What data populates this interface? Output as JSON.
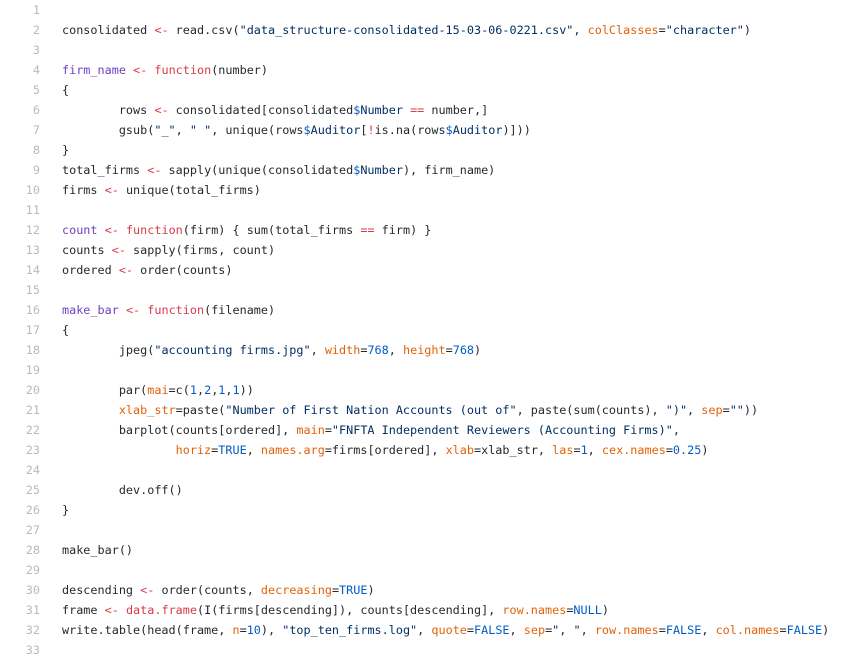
{
  "editor": {
    "language": "R",
    "background": "#ffffff",
    "gutter_color": "#b8bac0",
    "token_colors": {
      "p": "#24292e",
      "k": "#d73a49",
      "s": "#032f62",
      "n": "#005cc5",
      "a": "#e36209",
      "e": "#6f42c1",
      "d": "#005cc5",
      "v": "#032f62"
    },
    "token_legend": {
      "p": "plain-text",
      "k": "keyword-operator",
      "s": "string",
      "n": "number-constant",
      "a": "argument-name",
      "e": "function-definition-name",
      "d": "dollar-operator",
      "v": "dollar-property"
    },
    "lines": [
      {
        "n": 1,
        "t": []
      },
      {
        "n": 2,
        "t": [
          [
            "p",
            "consolidated "
          ],
          [
            "k",
            "<-"
          ],
          [
            "p",
            " read.csv("
          ],
          [
            "s",
            "\"data_structure-consolidated-15-03-06-0221.csv\""
          ],
          [
            "p",
            ", "
          ],
          [
            "a",
            "colClasses"
          ],
          [
            "p",
            "="
          ],
          [
            "s",
            "\"character\""
          ],
          [
            "p",
            ")"
          ]
        ]
      },
      {
        "n": 3,
        "t": []
      },
      {
        "n": 4,
        "t": [
          [
            "e",
            "firm_name"
          ],
          [
            "p",
            " "
          ],
          [
            "k",
            "<-"
          ],
          [
            "p",
            " "
          ],
          [
            "k",
            "function"
          ],
          [
            "p",
            "(number)"
          ]
        ]
      },
      {
        "n": 5,
        "t": [
          [
            "p",
            "{"
          ]
        ]
      },
      {
        "n": 6,
        "t": [
          [
            "p",
            "        rows "
          ],
          [
            "k",
            "<-"
          ],
          [
            "p",
            " consolidated[consolidated"
          ],
          [
            "d",
            "$"
          ],
          [
            "v",
            "Number"
          ],
          [
            "p",
            " "
          ],
          [
            "k",
            "=="
          ],
          [
            "p",
            " number,]"
          ]
        ]
      },
      {
        "n": 7,
        "t": [
          [
            "p",
            "        gsub("
          ],
          [
            "s",
            "\"_\""
          ],
          [
            "p",
            ", "
          ],
          [
            "s",
            "\" \""
          ],
          [
            "p",
            ", unique(rows"
          ],
          [
            "d",
            "$"
          ],
          [
            "v",
            "Auditor"
          ],
          [
            "p",
            "["
          ],
          [
            "k",
            "!"
          ],
          [
            "p",
            "is.na(rows"
          ],
          [
            "d",
            "$"
          ],
          [
            "v",
            "Auditor"
          ],
          [
            "p",
            ")]))"
          ]
        ]
      },
      {
        "n": 8,
        "t": [
          [
            "p",
            "}"
          ]
        ]
      },
      {
        "n": 9,
        "t": [
          [
            "p",
            "total_firms "
          ],
          [
            "k",
            "<-"
          ],
          [
            "p",
            " sapply(unique(consolidated"
          ],
          [
            "d",
            "$"
          ],
          [
            "v",
            "Number"
          ],
          [
            "p",
            "), firm_name)"
          ]
        ]
      },
      {
        "n": 10,
        "t": [
          [
            "p",
            "firms "
          ],
          [
            "k",
            "<-"
          ],
          [
            "p",
            " unique(total_firms)"
          ]
        ]
      },
      {
        "n": 11,
        "t": []
      },
      {
        "n": 12,
        "t": [
          [
            "e",
            "count"
          ],
          [
            "p",
            " "
          ],
          [
            "k",
            "<-"
          ],
          [
            "p",
            " "
          ],
          [
            "k",
            "function"
          ],
          [
            "p",
            "(firm) { sum(total_firms "
          ],
          [
            "k",
            "=="
          ],
          [
            "p",
            " firm) }"
          ]
        ]
      },
      {
        "n": 13,
        "t": [
          [
            "p",
            "counts "
          ],
          [
            "k",
            "<-"
          ],
          [
            "p",
            " sapply(firms, count)"
          ]
        ]
      },
      {
        "n": 14,
        "t": [
          [
            "p",
            "ordered "
          ],
          [
            "k",
            "<-"
          ],
          [
            "p",
            " order(counts)"
          ]
        ]
      },
      {
        "n": 15,
        "t": []
      },
      {
        "n": 16,
        "t": [
          [
            "e",
            "make_bar"
          ],
          [
            "p",
            " "
          ],
          [
            "k",
            "<-"
          ],
          [
            "p",
            " "
          ],
          [
            "k",
            "function"
          ],
          [
            "p",
            "(filename)"
          ]
        ]
      },
      {
        "n": 17,
        "t": [
          [
            "p",
            "{"
          ]
        ]
      },
      {
        "n": 18,
        "t": [
          [
            "p",
            "        jpeg("
          ],
          [
            "s",
            "\"accounting firms.jpg\""
          ],
          [
            "p",
            ", "
          ],
          [
            "a",
            "width"
          ],
          [
            "p",
            "="
          ],
          [
            "n",
            "768"
          ],
          [
            "p",
            ", "
          ],
          [
            "a",
            "height"
          ],
          [
            "p",
            "="
          ],
          [
            "n",
            "768"
          ],
          [
            "p",
            ")"
          ]
        ]
      },
      {
        "n": 19,
        "t": []
      },
      {
        "n": 20,
        "t": [
          [
            "p",
            "        par("
          ],
          [
            "a",
            "mai"
          ],
          [
            "p",
            "=c("
          ],
          [
            "n",
            "1"
          ],
          [
            "p",
            ","
          ],
          [
            "n",
            "2"
          ],
          [
            "p",
            ","
          ],
          [
            "n",
            "1"
          ],
          [
            "p",
            ","
          ],
          [
            "n",
            "1"
          ],
          [
            "p",
            "))"
          ]
        ]
      },
      {
        "n": 21,
        "t": [
          [
            "p",
            "        "
          ],
          [
            "a",
            "xlab_str"
          ],
          [
            "p",
            "=paste("
          ],
          [
            "s",
            "\"Number of First Nation Accounts (out of\""
          ],
          [
            "p",
            ", paste(sum(counts), "
          ],
          [
            "s",
            "\")\""
          ],
          [
            "p",
            ", "
          ],
          [
            "a",
            "sep"
          ],
          [
            "p",
            "="
          ],
          [
            "s",
            "\"\""
          ],
          [
            "p",
            "))"
          ]
        ]
      },
      {
        "n": 22,
        "t": [
          [
            "p",
            "        barplot(counts[ordered], "
          ],
          [
            "a",
            "main"
          ],
          [
            "p",
            "="
          ],
          [
            "s",
            "\"FNFTA Independent Reviewers (Accounting Firms)\""
          ],
          [
            "p",
            ","
          ]
        ]
      },
      {
        "n": 23,
        "t": [
          [
            "p",
            "                "
          ],
          [
            "a",
            "horiz"
          ],
          [
            "p",
            "="
          ],
          [
            "n",
            "TRUE"
          ],
          [
            "p",
            ", "
          ],
          [
            "a",
            "names.arg"
          ],
          [
            "p",
            "=firms[ordered], "
          ],
          [
            "a",
            "xlab"
          ],
          [
            "p",
            "=xlab_str, "
          ],
          [
            "a",
            "las"
          ],
          [
            "p",
            "="
          ],
          [
            "n",
            "1"
          ],
          [
            "p",
            ", "
          ],
          [
            "a",
            "cex.names"
          ],
          [
            "p",
            "="
          ],
          [
            "n",
            "0.25"
          ],
          [
            "p",
            ")"
          ]
        ]
      },
      {
        "n": 24,
        "t": []
      },
      {
        "n": 25,
        "t": [
          [
            "p",
            "        dev.off()"
          ]
        ]
      },
      {
        "n": 26,
        "t": [
          [
            "p",
            "}"
          ]
        ]
      },
      {
        "n": 27,
        "t": []
      },
      {
        "n": 28,
        "t": [
          [
            "p",
            "make_bar()"
          ]
        ]
      },
      {
        "n": 29,
        "t": []
      },
      {
        "n": 30,
        "t": [
          [
            "p",
            "descending "
          ],
          [
            "k",
            "<-"
          ],
          [
            "p",
            " order(counts, "
          ],
          [
            "a",
            "decreasing"
          ],
          [
            "p",
            "="
          ],
          [
            "n",
            "TRUE"
          ],
          [
            "p",
            ")"
          ]
        ]
      },
      {
        "n": 31,
        "t": [
          [
            "p",
            "frame "
          ],
          [
            "k",
            "<-"
          ],
          [
            "p",
            " "
          ],
          [
            "k",
            "data.frame"
          ],
          [
            "p",
            "(I(firms[descending]), counts[descending], "
          ],
          [
            "a",
            "row.names"
          ],
          [
            "p",
            "="
          ],
          [
            "n",
            "NULL"
          ],
          [
            "p",
            ")"
          ]
        ]
      },
      {
        "n": 32,
        "t": [
          [
            "p",
            "write.table(head(frame, "
          ],
          [
            "a",
            "n"
          ],
          [
            "p",
            "="
          ],
          [
            "n",
            "10"
          ],
          [
            "p",
            "), "
          ],
          [
            "s",
            "\"top_ten_firms.log\""
          ],
          [
            "p",
            ", "
          ],
          [
            "a",
            "quote"
          ],
          [
            "p",
            "="
          ],
          [
            "n",
            "FALSE"
          ],
          [
            "p",
            ", "
          ],
          [
            "a",
            "sep"
          ],
          [
            "p",
            "="
          ],
          [
            "s",
            "\", \""
          ],
          [
            "p",
            ", "
          ],
          [
            "a",
            "row.names"
          ],
          [
            "p",
            "="
          ],
          [
            "n",
            "FALSE"
          ],
          [
            "p",
            ", "
          ],
          [
            "a",
            "col.names"
          ],
          [
            "p",
            "="
          ],
          [
            "n",
            "FALSE"
          ],
          [
            "p",
            ")"
          ]
        ]
      },
      {
        "n": 33,
        "t": []
      }
    ]
  }
}
